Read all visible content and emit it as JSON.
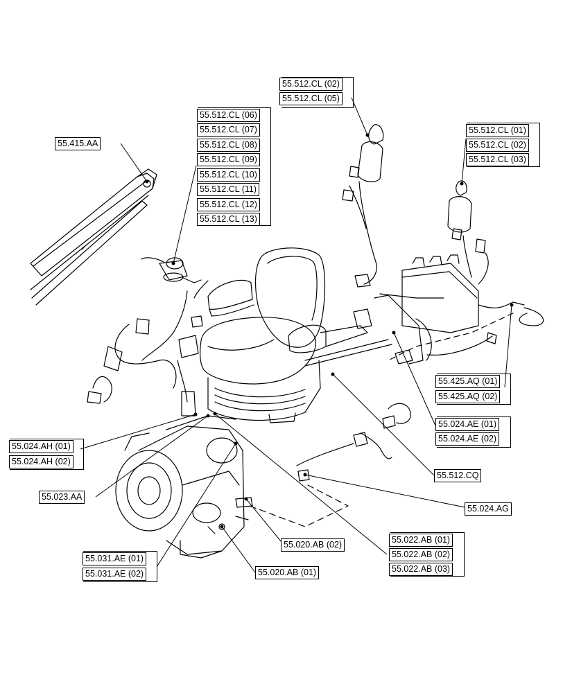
{
  "labels": {
    "l_415aa": "55.415.AA",
    "cl02a": "55.512.CL (02)",
    "cl05": "55.512.CL (05)",
    "cl06": "55.512.CL (06)",
    "cl07": "55.512.CL (07)",
    "cl08": "55.512.CL (08)",
    "cl09": "55.512.CL (09)",
    "cl10": "55.512.CL (10)",
    "cl11": "55.512.CL (11)",
    "cl12": "55.512.CL (12)",
    "cl13": "55.512.CL (13)",
    "cl01": "55.512.CL (01)",
    "cl02b": "55.512.CL (02)",
    "cl03": "55.512.CL (03)",
    "aq01": "55.425.AQ (01)",
    "aq02": "55.425.AQ (02)",
    "ae01": "55.024.AE (01)",
    "ae02": "55.024.AE (02)",
    "cq": "55.512.CQ",
    "ag": "55.024.AG",
    "ah01": "55.024.AH (01)",
    "ah02": "55.024.AH (02)",
    "aa023": "55.023.AA",
    "ab02_020": "55.020.AB (02)",
    "ab01_020": "55.020.AB (01)",
    "ab01_022": "55.022.AB (01)",
    "ab02_022": "55.022.AB (02)",
    "ab03_022": "55.022.AB (03)",
    "ae01_031": "55.031.AE (01)",
    "ae02_031": "55.031.AE (02)"
  }
}
